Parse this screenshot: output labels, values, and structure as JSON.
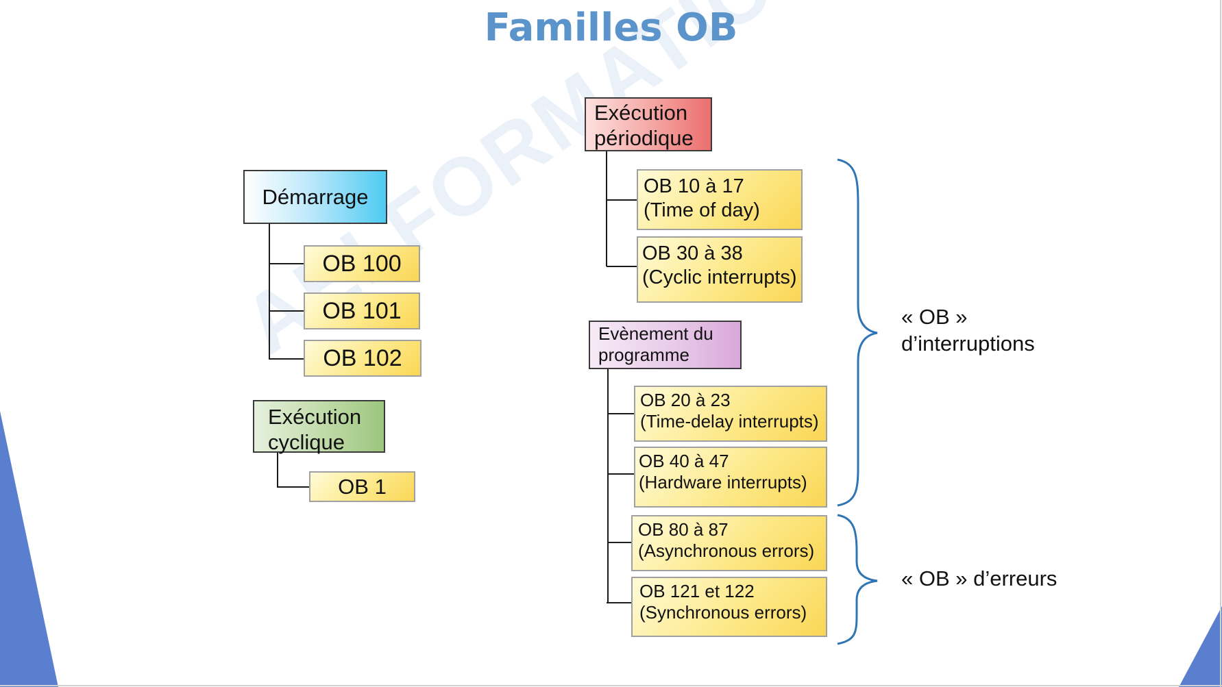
{
  "title": "Familles OB",
  "watermark": "AEI FORMATION OUEST",
  "groups": {
    "demarrage": {
      "label": "Démarrage",
      "items": [
        "OB 100",
        "OB 101",
        "OB 102"
      ]
    },
    "cyclique": {
      "label_lines": [
        "Exécution",
        "cyclique"
      ],
      "items": [
        "OB 1"
      ]
    },
    "periodique": {
      "label_lines": [
        "Exécution",
        "périodique"
      ],
      "items": [
        {
          "line1": "OB 10 à 17",
          "line2": "(Time of day)"
        },
        {
          "line1": "OB 30 à 38",
          "line2": "(Cyclic interrupts)"
        }
      ]
    },
    "evenement": {
      "label_lines": [
        "Evènement du",
        "programme"
      ],
      "items": [
        {
          "line1": "OB 20 à 23",
          "line2": "(Time-delay interrupts)"
        },
        {
          "line1": "OB 40 à 47",
          "line2": "(Hardware interrupts)"
        },
        {
          "line1": "OB 80 à 87",
          "line2": "(Asynchronous errors)"
        },
        {
          "line1": "OB 121 et 122",
          "line2": "(Synchronous errors)"
        }
      ]
    }
  },
  "brackets": {
    "interruptions": {
      "line1": "« OB »",
      "line2": "d’interruptions"
    },
    "erreurs": {
      "text": "« OB » d’erreurs"
    }
  },
  "colors": {
    "title": "#5b93cb",
    "bracket": "#2f74b5",
    "decor_triangle": "#5b7fcf",
    "yellow_box": "#fde98a",
    "cyan_box": "#4fcbf2",
    "green_box": "#9cc67e",
    "red_box": "#ec6e6e",
    "purple_box": "#d8a8d9"
  }
}
